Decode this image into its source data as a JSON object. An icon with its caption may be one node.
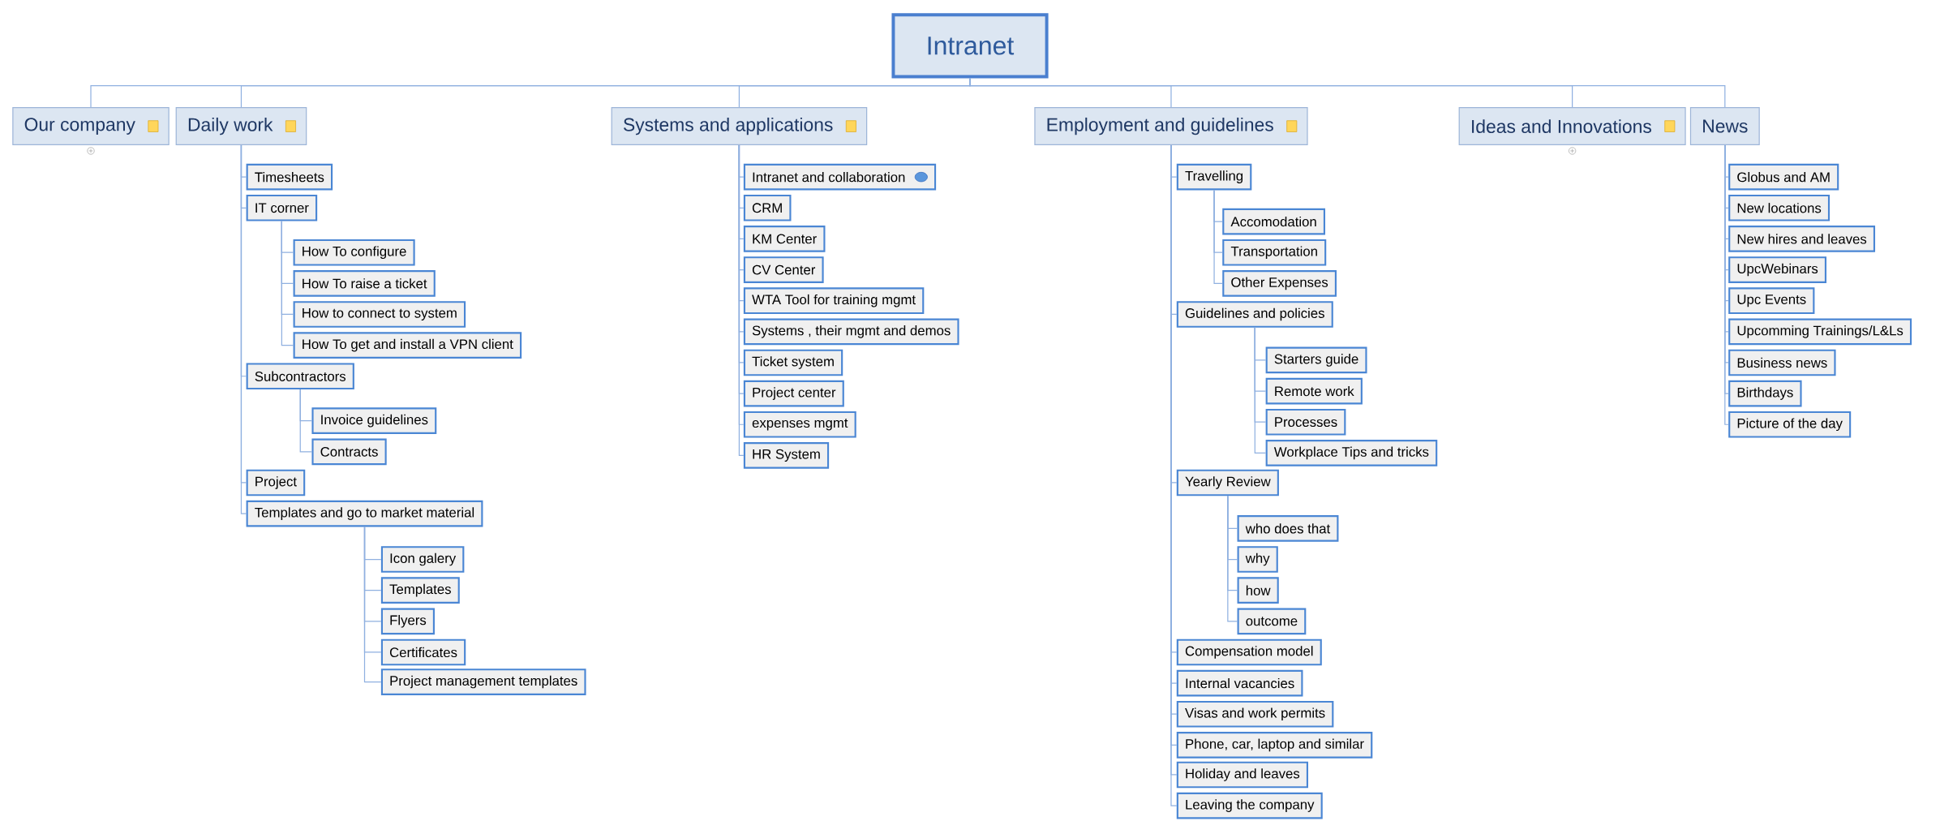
{
  "diagram": {
    "nodes": [
      {
        "text": [
          "Intranet"
        ]
      },
      {
        "text": [
          "Our company"
        ]
      },
      {
        "text": [
          "Daily work"
        ]
      },
      {
        "text": [
          "Systems and applications"
        ]
      },
      {
        "text": [
          "Employment and guidelines"
        ]
      },
      {
        "text": [
          "Ideas and Innovations"
        ]
      },
      {
        "text": [
          "News"
        ]
      },
      {
        "text": [
          "Timesheets"
        ]
      },
      {
        "text": [
          "IT corner"
        ]
      },
      {
        "text": [
          "How To configure"
        ]
      },
      {
        "text": [
          "How To raise a ticket"
        ]
      },
      {
        "text": [
          "How to connect to system"
        ]
      },
      {
        "text": [
          "How To get and install a VPN client"
        ]
      },
      {
        "text": [
          "Subcontractors"
        ]
      },
      {
        "text": [
          "Invoice guidelines"
        ]
      },
      {
        "text": [
          "Contracts"
        ]
      },
      {
        "text": [
          "Project"
        ]
      },
      {
        "text": [
          "Templates and go to market material"
        ]
      },
      {
        "text": [
          "Icon galery"
        ]
      },
      {
        "text": [
          "Templates"
        ]
      },
      {
        "text": [
          "Flyers"
        ]
      },
      {
        "text": [
          "Certificates"
        ]
      },
      {
        "text": [
          "Project management templates"
        ]
      },
      {
        "text": [
          "Intranet and collaboration"
        ]
      },
      {
        "text": [
          "CRM"
        ]
      },
      {
        "text": [
          "KM Center"
        ]
      },
      {
        "text": [
          "CV Center"
        ]
      },
      {
        "text": [
          "WTA Tool for training mgmt"
        ]
      },
      {
        "text": [
          "Systems , their mgmt and demos"
        ]
      },
      {
        "text": [
          "Ticket system"
        ]
      },
      {
        "text": [
          "Project center"
        ]
      },
      {
        "text": [
          "expenses mgmt"
        ]
      },
      {
        "text": [
          "HR System"
        ]
      },
      {
        "text": [
          "Travelling"
        ]
      },
      {
        "text": [
          "Accomodation"
        ]
      },
      {
        "text": [
          "Transportation"
        ]
      },
      {
        "text": [
          "Other Expenses"
        ]
      },
      {
        "text": [
          "Guidelines and policies"
        ]
      },
      {
        "text": [
          "Starters guide"
        ]
      },
      {
        "text": [
          "Remote work"
        ]
      },
      {
        "text": [
          "Processes"
        ]
      },
      {
        "text": [
          "Workplace Tips and tricks"
        ]
      },
      {
        "text": [
          "Yearly Review"
        ]
      },
      {
        "text": [
          "who does that"
        ]
      },
      {
        "text": [
          "why"
        ]
      },
      {
        "text": [
          "how"
        ]
      },
      {
        "text": [
          "outcome"
        ]
      },
      {
        "text": [
          "Compensation model"
        ]
      },
      {
        "text": [
          "Internal vacancies"
        ]
      },
      {
        "text": [
          "Visas and work permits"
        ]
      },
      {
        "text": [
          "Phone, car, laptop and similar"
        ]
      },
      {
        "text": [
          "Holiday and leaves"
        ]
      },
      {
        "text": [
          "Leaving the company"
        ]
      },
      {
        "text": [
          "Globus and AM"
        ]
      },
      {
        "text": [
          "New locations"
        ]
      },
      {
        "text": [
          "New hires and leaves"
        ]
      },
      {
        "text": [
          "UpcWebinars"
        ]
      },
      {
        "text": [
          "Upc Events"
        ]
      },
      {
        "text": [
          "Upcomming Trainings/L&Ls"
        ]
      },
      {
        "text": [
          "Business news"
        ]
      },
      {
        "text": [
          "Birthdays"
        ]
      },
      {
        "text": [
          "Picture of the day"
        ]
      }
    ],
    "edges": [
      {
        "from": 0,
        "to": 1,
        "arrow": "none"
      },
      {
        "from": 0,
        "to": 2,
        "arrow": "none"
      },
      {
        "from": 0,
        "to": 3,
        "arrow": "none"
      },
      {
        "from": 0,
        "to": 4,
        "arrow": "none"
      },
      {
        "from": 0,
        "to": 5,
        "arrow": "none"
      },
      {
        "from": 0,
        "to": 6,
        "arrow": "none"
      },
      {
        "from": 2,
        "to": 7,
        "arrow": "none"
      },
      {
        "from": 2,
        "to": 8,
        "arrow": "none"
      },
      {
        "from": 8,
        "to": 9,
        "arrow": "none"
      },
      {
        "from": 8,
        "to": 10,
        "arrow": "none"
      },
      {
        "from": 8,
        "to": 11,
        "arrow": "none"
      },
      {
        "from": 8,
        "to": 12,
        "arrow": "none"
      },
      {
        "from": 2,
        "to": 13,
        "arrow": "none"
      },
      {
        "from": 13,
        "to": 14,
        "arrow": "none"
      },
      {
        "from": 13,
        "to": 15,
        "arrow": "none"
      },
      {
        "from": 2,
        "to": 16,
        "arrow": "none"
      },
      {
        "from": 2,
        "to": 17,
        "arrow": "none"
      },
      {
        "from": 17,
        "to": 18,
        "arrow": "none"
      },
      {
        "from": 17,
        "to": 19,
        "arrow": "none"
      },
      {
        "from": 17,
        "to": 20,
        "arrow": "none"
      },
      {
        "from": 17,
        "to": 21,
        "arrow": "none"
      },
      {
        "from": 17,
        "to": 22,
        "arrow": "none"
      },
      {
        "from": 3,
        "to": 23,
        "arrow": "none"
      },
      {
        "from": 3,
        "to": 24,
        "arrow": "none"
      },
      {
        "from": 3,
        "to": 25,
        "arrow": "none"
      },
      {
        "from": 3,
        "to": 26,
        "arrow": "none"
      },
      {
        "from": 3,
        "to": 27,
        "arrow": "none"
      },
      {
        "from": 3,
        "to": 28,
        "arrow": "none"
      },
      {
        "from": 3,
        "to": 29,
        "arrow": "none"
      },
      {
        "from": 3,
        "to": 30,
        "arrow": "none"
      },
      {
        "from": 3,
        "to": 31,
        "arrow": "none"
      },
      {
        "from": 3,
        "to": 32,
        "arrow": "none"
      },
      {
        "from": 4,
        "to": 33,
        "arrow": "none"
      },
      {
        "from": 33,
        "to": 34,
        "arrow": "none"
      },
      {
        "from": 33,
        "to": 35,
        "arrow": "none"
      },
      {
        "from": 33,
        "to": 36,
        "arrow": "none"
      },
      {
        "from": 4,
        "to": 37,
        "arrow": "none"
      },
      {
        "from": 37,
        "to": 38,
        "arrow": "none"
      },
      {
        "from": 37,
        "to": 39,
        "arrow": "none"
      },
      {
        "from": 37,
        "to": 40,
        "arrow": "none"
      },
      {
        "from": 37,
        "to": 41,
        "arrow": "none"
      },
      {
        "from": 4,
        "to": 42,
        "arrow": "none"
      },
      {
        "from": 42,
        "to": 43,
        "arrow": "none"
      },
      {
        "from": 42,
        "to": 44,
        "arrow": "none"
      },
      {
        "from": 42,
        "to": 45,
        "arrow": "none"
      },
      {
        "from": 42,
        "to": 46,
        "arrow": "none"
      },
      {
        "from": 4,
        "to": 47,
        "arrow": "none"
      },
      {
        "from": 4,
        "to": 48,
        "arrow": "none"
      },
      {
        "from": 4,
        "to": 49,
        "arrow": "none"
      },
      {
        "from": 4,
        "to": 50,
        "arrow": "none"
      },
      {
        "from": 4,
        "to": 51,
        "arrow": "none"
      },
      {
        "from": 4,
        "to": 52,
        "arrow": "none"
      },
      {
        "from": 6,
        "to": 53,
        "arrow": "none"
      },
      {
        "from": 6,
        "to": 54,
        "arrow": "none"
      },
      {
        "from": 6,
        "to": 55,
        "arrow": "none"
      },
      {
        "from": 6,
        "to": 56,
        "arrow": "none"
      },
      {
        "from": 6,
        "to": 57,
        "arrow": "none"
      },
      {
        "from": 6,
        "to": 58,
        "arrow": "none"
      },
      {
        "from": 6,
        "to": 59,
        "arrow": "none"
      },
      {
        "from": 6,
        "to": 60,
        "arrow": "none"
      },
      {
        "from": 6,
        "to": 61,
        "arrow": "none"
      }
    ]
  }
}
